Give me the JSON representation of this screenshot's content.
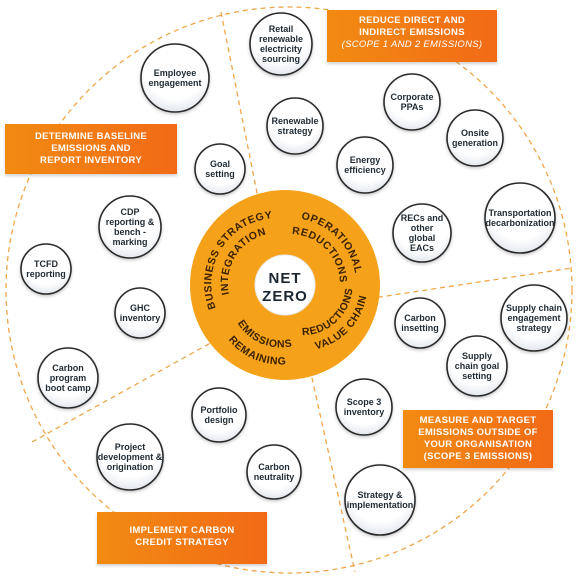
{
  "colors": {
    "accent": "#f5a21a",
    "banner": "#f26f16",
    "ring_dash": "#f0a64a",
    "bubble_stroke": "#2b2b2b",
    "text_dark": "#1f2a33"
  },
  "hub": {
    "center_line1": "NET",
    "center_line2": "ZERO",
    "segments": [
      {
        "line1": "BUSINESS STRATEGY",
        "line2": "INTEGRATION"
      },
      {
        "line1": "OPERATIONAL",
        "line2": "REDUCTIONS"
      },
      {
        "line1": "VALUE CHAIN",
        "line2": "REDUCTIONS"
      },
      {
        "line1": "REMAINING",
        "line2": "EMISSIONS"
      }
    ]
  },
  "banners": {
    "scope12": {
      "line1": "REDUCE DIRECT AND",
      "line2": "INDIRECT EMISSIONS",
      "sub": "(SCOPE 1 AND 2 EMISSIONS)"
    },
    "baseline": {
      "line1": "DETERMINE BASELINE",
      "line2": "EMISSIONS AND",
      "line3": "REPORT INVENTORY"
    },
    "scope3": {
      "line1": "MEASURE AND TARGET",
      "line2": "EMISSIONS OUTSIDE OF",
      "line3": "YOUR ORGANISATION",
      "line4": "(SCOPE 3 EMISSIONS)"
    },
    "credit": {
      "line1": "IMPLEMENT CARBON",
      "line2": "CREDIT STRATEGY"
    }
  },
  "bubbles": [
    {
      "id": "employee-engagement",
      "lines": [
        "Employee",
        "engagement"
      ]
    },
    {
      "id": "retail-renewable",
      "lines": [
        "Retail",
        "renewable",
        "electricity",
        "sourcing"
      ]
    },
    {
      "id": "goal-setting",
      "lines": [
        "Goal",
        "setting"
      ]
    },
    {
      "id": "renewable-strategy",
      "lines": [
        "Renewable",
        "strategy"
      ]
    },
    {
      "id": "corporate-ppas",
      "lines": [
        "Corporate",
        "PPAs"
      ]
    },
    {
      "id": "onsite-generation",
      "lines": [
        "Onsite",
        "generation"
      ]
    },
    {
      "id": "energy-efficiency",
      "lines": [
        "Energy",
        "efficiency"
      ]
    },
    {
      "id": "cdp-reporting",
      "lines": [
        "CDP",
        "reporting &",
        "bench -",
        "marking"
      ]
    },
    {
      "id": "recs",
      "lines": [
        "RECs and",
        "other",
        "global",
        "EACs"
      ]
    },
    {
      "id": "transportation",
      "lines": [
        "Transportation",
        "decarbonization"
      ]
    },
    {
      "id": "tcfd",
      "lines": [
        "TCFD",
        "reporting"
      ]
    },
    {
      "id": "ghc-inventory",
      "lines": [
        "GHC",
        "inventory"
      ]
    },
    {
      "id": "carbon-insetting",
      "lines": [
        "Carbon",
        "insetting"
      ]
    },
    {
      "id": "supply-chain-engagement",
      "lines": [
        "Supply chain",
        "engagement",
        "strategy"
      ]
    },
    {
      "id": "supply-chain-goal",
      "lines": [
        "Supply",
        "chain goal",
        "setting"
      ]
    },
    {
      "id": "carbon-bootcamp",
      "lines": [
        "Carbon",
        "program",
        "boot camp"
      ]
    },
    {
      "id": "scope3-inventory",
      "lines": [
        "Scope 3",
        "inventory"
      ]
    },
    {
      "id": "portfolio-design",
      "lines": [
        "Portfolio",
        "design"
      ]
    },
    {
      "id": "project-development",
      "lines": [
        "Project",
        "development &",
        "origination"
      ]
    },
    {
      "id": "carbon-neutrality",
      "lines": [
        "Carbon",
        "neutrality"
      ]
    },
    {
      "id": "strategy-implementation",
      "lines": [
        "Strategy &",
        "implementation"
      ]
    }
  ]
}
